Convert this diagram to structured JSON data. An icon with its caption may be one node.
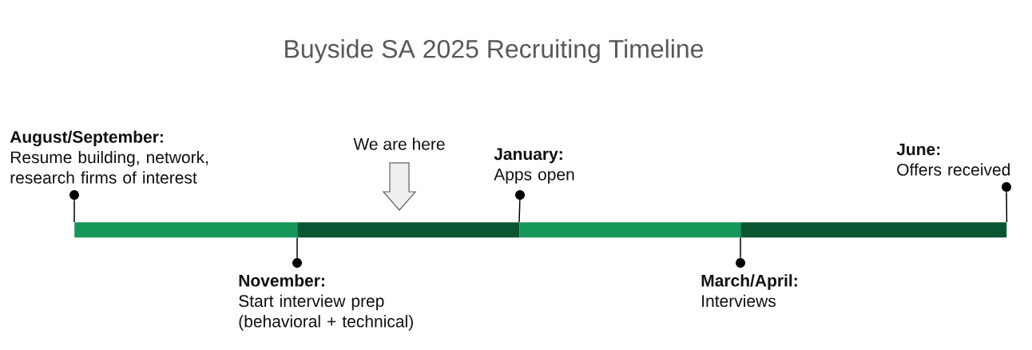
{
  "diagram": {
    "title": "Buyside SA 2025 Recruiting Timeline",
    "nodes": [
      {
        "text": [],
        "shape": "circle",
        "beside": [
          "August/September:",
          "Resume building, network, research firms of interest"
        ]
      },
      {
        "text": [
          "We are here"
        ]
      },
      {
        "text": [],
        "shape": "circle",
        "beside": [
          "January:",
          "Apps open"
        ]
      },
      {
        "text": [],
        "shape": "circle",
        "beside": [
          "June:",
          "Offers received"
        ]
      },
      {
        "text": [],
        "shape": "bar"
      },
      {
        "text": [],
        "shape": "bar"
      },
      {
        "text": [],
        "shape": "bar"
      },
      {
        "text": [],
        "shape": "bar"
      },
      {
        "text": [],
        "shape": "circle",
        "beside": [
          "November:",
          "Start interview prep (behavioral + technical)"
        ]
      },
      {
        "text": [],
        "shape": "circle",
        "beside": [
          "March/April:",
          "Interviews"
        ]
      }
    ],
    "edges": [
      {
        "from": 0,
        "to": 4,
        "arrow": "none"
      },
      {
        "from": 1,
        "to": 5,
        "arrow": "to",
        "style": "thick",
        "color": "#efefef"
      },
      {
        "from": 2,
        "to": 6,
        "arrow": "none"
      },
      {
        "from": 3,
        "to": 7,
        "arrow": "none"
      },
      {
        "from": 8,
        "to": 5,
        "arrow": "none"
      },
      {
        "from": 9,
        "to": 7,
        "arrow": "none"
      }
    ]
  }
}
